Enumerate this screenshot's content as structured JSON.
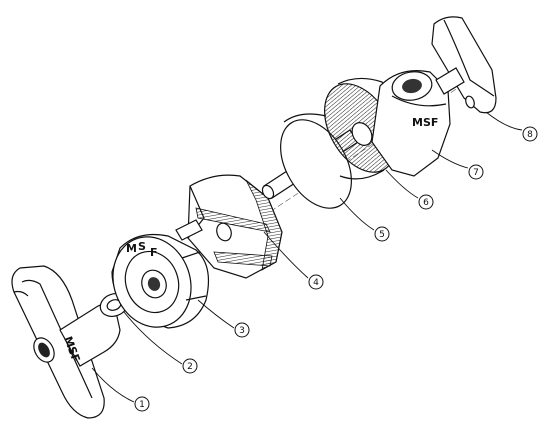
{
  "drawing": {
    "logo_text": "MSF",
    "logo_letters": [
      "M",
      "S",
      "F"
    ],
    "callouts": [
      "1",
      "2",
      "3",
      "4",
      "5",
      "6",
      "7",
      "8"
    ]
  }
}
